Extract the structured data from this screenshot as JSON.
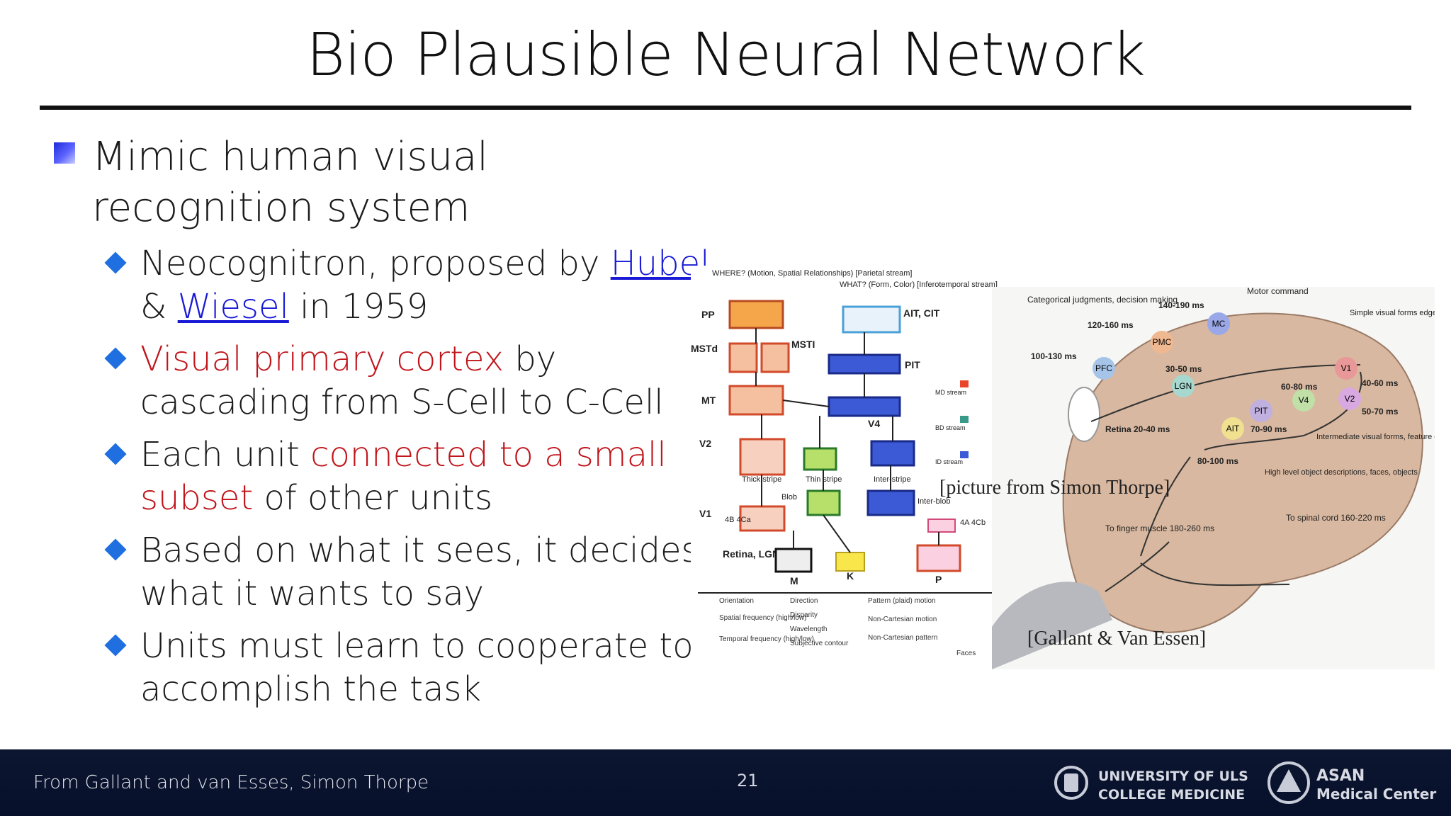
{
  "slide": {
    "title": "Bio Plausible Neural Network",
    "main_bullet": "Mimic human visual recognition system",
    "sub_bullets": [
      {
        "parts": [
          {
            "text": "Neocognitron, proposed by ",
            "style": "normal"
          },
          {
            "text": "Hubel",
            "style": "link"
          },
          {
            "text": " & ",
            "style": "normal"
          },
          {
            "text": "Wiesel",
            "style": "link"
          },
          {
            "text": " in 1959",
            "style": "normal"
          }
        ]
      },
      {
        "parts": [
          {
            "text": "Visual primary cortex",
            "style": "red"
          },
          {
            "text": " by cascading from S-Cell to C-Cell",
            "style": "normal"
          }
        ]
      },
      {
        "parts": [
          {
            "text": "Each unit ",
            "style": "normal"
          },
          {
            "text": "connected to a small subset",
            "style": "red"
          },
          {
            "text": " of other units",
            "style": "normal"
          }
        ]
      },
      {
        "parts": [
          {
            "text": "Based on what it sees, it decides what it wants to say",
            "style": "normal"
          }
        ]
      },
      {
        "parts": [
          {
            "text": "Units must learn to cooperate to accomplish the task",
            "style": "normal"
          }
        ]
      }
    ]
  },
  "figure": {
    "left_diagram": {
      "where_label": "WHERE? (Motion, Spatial Relationships) [Parietal stream]",
      "what_label": "WHAT? (Form, Color) [Inferotemporal stream]",
      "areas": [
        "PP",
        "MSTd",
        "MSTI",
        "MT",
        "V2",
        "V1",
        "Retina, LGN",
        "AIT, CIT",
        "PIT",
        "V4",
        "M",
        "K",
        "P",
        "4A 4Cb",
        "4B 4Ca",
        "Thick stripe",
        "Thin stripe",
        "Inter-stripe",
        "Blob",
        "Inter-blob"
      ],
      "legend_streams": [
        "MD stream",
        "BD stream",
        "ID stream"
      ],
      "legend": [
        "Orientation",
        "Direction",
        "Pattern (plaid) motion",
        "Spatial frequency (high/low)",
        "Disparity",
        "Non-Cartesian motion",
        "Temporal frequency (high/low)",
        "Wavelength",
        "Non-Cartesian pattern",
        "Subjective contour",
        "Faces"
      ],
      "caption": "[Gallant & Van Essen]"
    },
    "right_diagram": {
      "labels": [
        "Categorical judgments, decision making",
        "Motor command",
        "Simple visual forms edges, corners",
        "140-190 ms",
        "120-160 ms",
        "100-130 ms",
        "30-50 ms",
        "40-60 ms",
        "50-70 ms",
        "60-80 ms",
        "70-90 ms",
        "80-100 ms",
        "Retina 20-40 ms",
        "Intermediate visual forms, feature groups, etc.",
        "High level object descriptions, faces, objects",
        "To finger muscle 180-260 ms",
        "To spinal cord 160-220 ms"
      ],
      "regions": [
        "MC",
        "PMC",
        "PFC",
        "LGN",
        "V1",
        "V2",
        "V4",
        "PIT",
        "AIT"
      ],
      "caption": "[picture from Simon Thorpe]"
    }
  },
  "footer": {
    "source": "From Gallant and van Esses, Simon Thorpe",
    "page_number": "21",
    "logo1_line1": "UNIVERSITY OF ULSAN",
    "logo1_line2": "COLLEGE MEDICINE",
    "logo2_line1": "ASAN",
    "logo2_line2": "Medical Center"
  }
}
